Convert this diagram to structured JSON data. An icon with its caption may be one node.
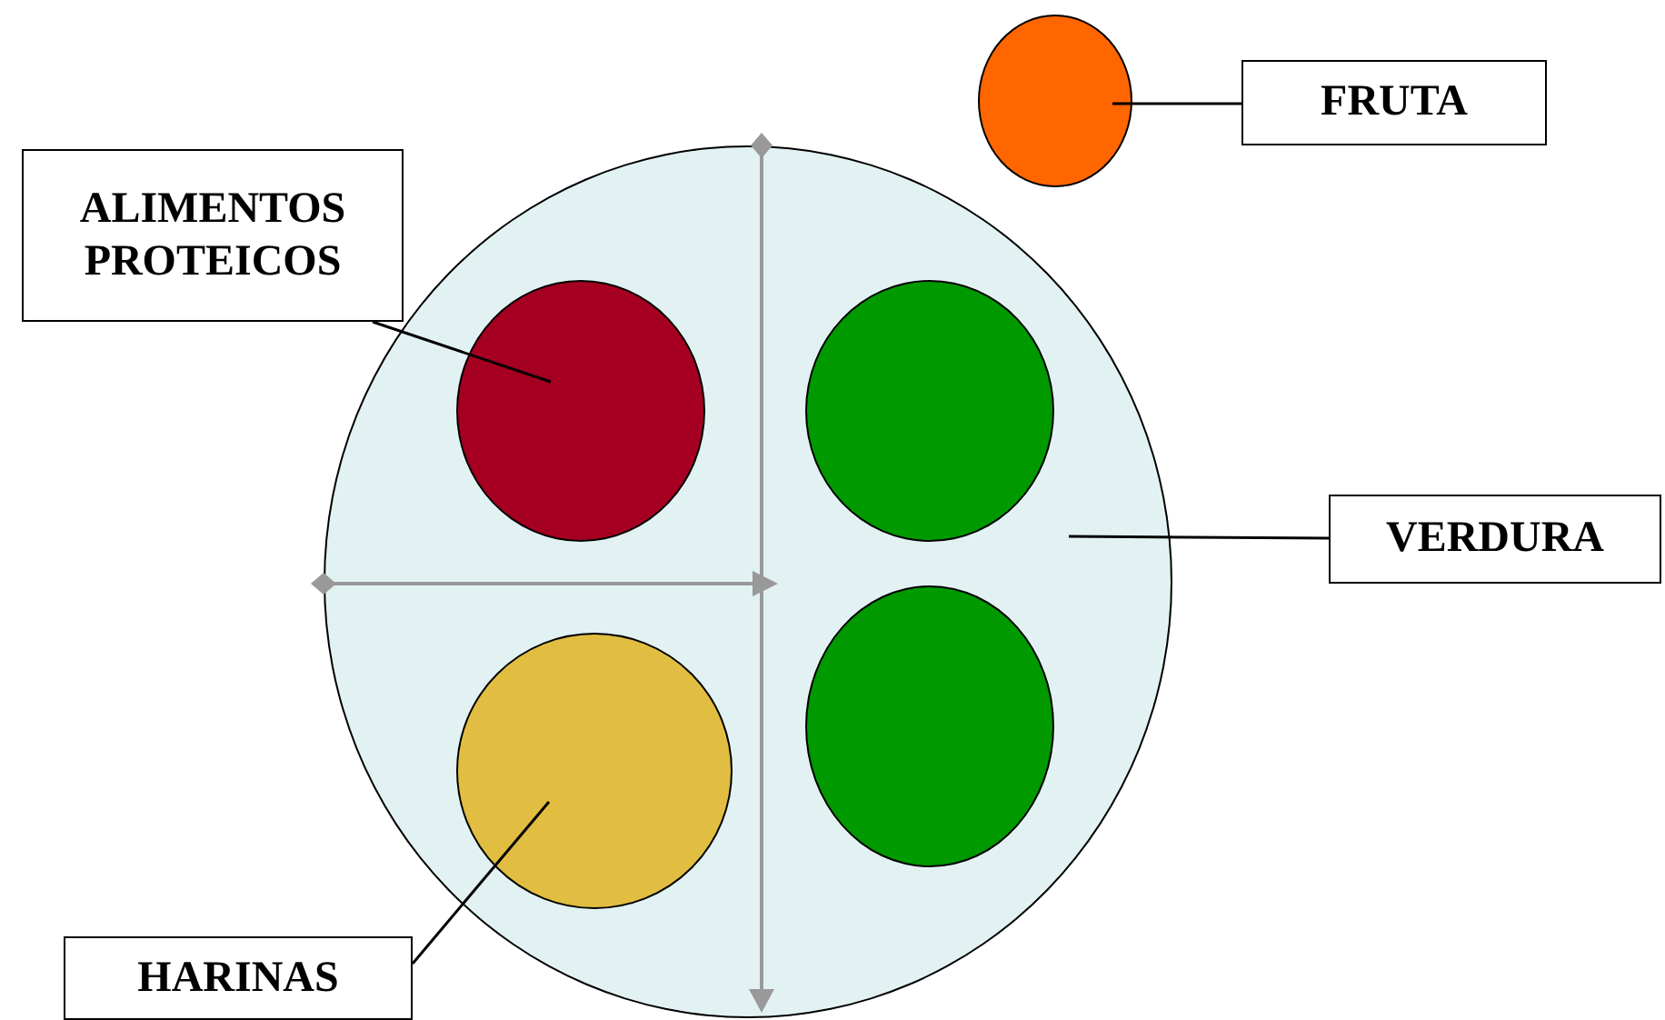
{
  "diagram": {
    "nodes": [
      {
        "text": [
          "ALIMENTOS PROTEICOS"
        ]
      },
      {
        "text": [],
        "shape": "circle"
      },
      {
        "text": [],
        "shape": "circle",
        "in": 1
      },
      {
        "text": [],
        "shape": "circle",
        "in": 1
      },
      {
        "text": [],
        "shape": "circle",
        "in": 1
      },
      {
        "text": [],
        "shape": "circle",
        "in": 1
      },
      {
        "text": [],
        "shape": "circle"
      },
      {
        "text": [
          "FRUTA"
        ]
      },
      {
        "text": [
          "VERDURA"
        ]
      },
      {
        "text": [
          "HARINAS"
        ]
      }
    ],
    "edges": [
      {
        "from": 0,
        "to": 2,
        "arrow": "none"
      },
      {
        "from": 7,
        "to": 6,
        "arrow": "none"
      },
      {
        "from": 8,
        "to": 1,
        "arrow": "none"
      },
      {
        "from": 9,
        "to": 5,
        "arrow": "none"
      }
    ]
  }
}
